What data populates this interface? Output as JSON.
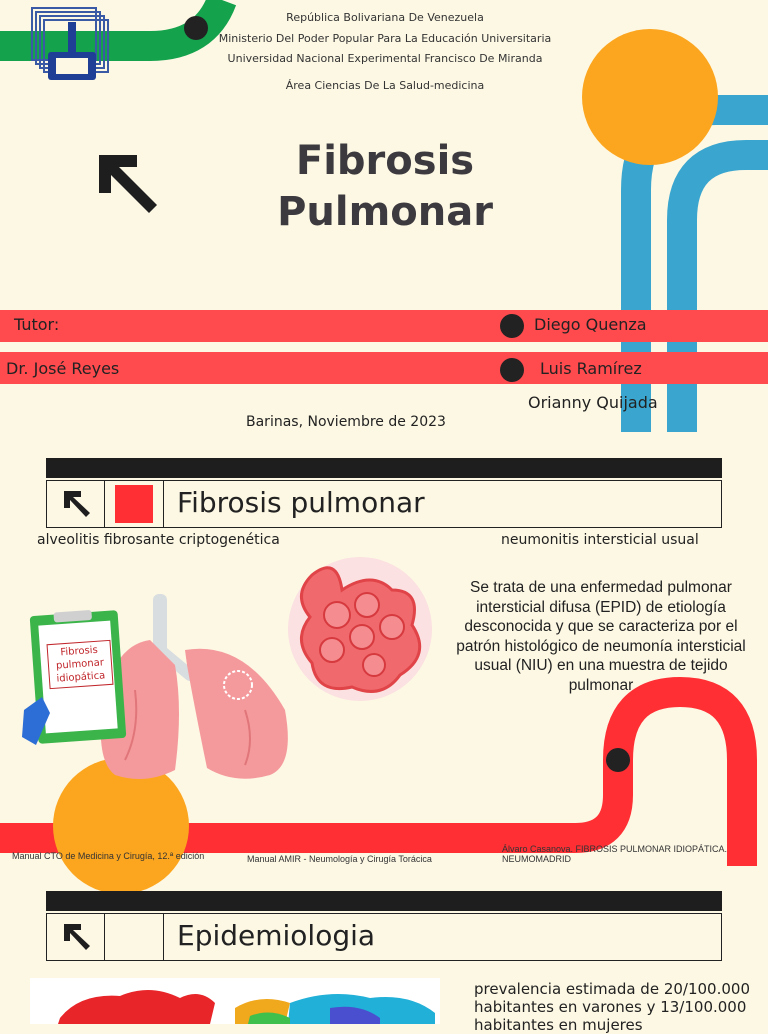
{
  "header": {
    "line1": "República Bolivariana De Venezuela",
    "line2": "Ministerio Del Poder Popular Para La Educación Universitaria",
    "line3": "Universidad Nacional Experimental Francisco De Miranda",
    "line4": "Área Ciencias De La Salud-medicina"
  },
  "title": {
    "line1": "Fibrosis",
    "line2": "Pulmonar"
  },
  "people": {
    "tutor_label": "Tutor:",
    "tutor_name": "Dr. José Reyes",
    "authors": [
      "Diego Quenza",
      "Luis Ramírez",
      "Orianny Quijada"
    ]
  },
  "place_date": "Barinas, Noviembre de 2023",
  "section1": {
    "title": "Fibrosis pulmonar",
    "synonym_left": "alveolitis fibrosante criptogenética",
    "synonym_right": "neumonitis intersticial usual",
    "description": "Se trata de una enfermedad pulmonar intersticial difusa (EPID) de etiología desconocida y que se caracteriza por el patrón histológico de neumonía intersticial usual (NIU) en una muestra de tejido pulmonar",
    "clipboard_text": "Fibrosis pulmonar idiopática"
  },
  "references": {
    "ref1": "Manual CTO de Medicina y Cirugía, 12.ª edición",
    "ref2": "Manual AMIR - Neumología y Cirugía Torácica",
    "ref3": "Álvaro Casanova. FIBROSIS PULMONAR IDIOPÁTICA. NEUMOMADRID"
  },
  "section2": {
    "title": "Epidemiologia",
    "prevalence": "prevalencia estimada de 20/100.000 habitantes en varones y 13/100.000 habitantes en mujeres"
  },
  "colors": {
    "background": "#fdf8e4",
    "red": "#ff4a4e",
    "green": "#14a24c",
    "blue": "#3aa6cf",
    "orange": "#fca61f",
    "dark": "#1e1e1e"
  }
}
